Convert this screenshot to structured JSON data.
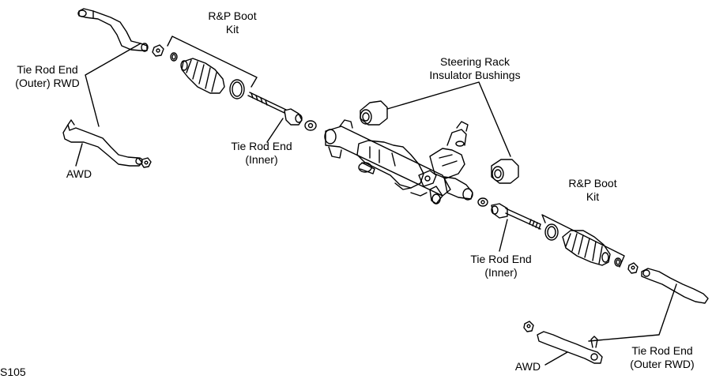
{
  "labels": {
    "boot_kit_left": [
      "R&P Boot",
      "Kit"
    ],
    "tie_rod_outer_rwd_left": [
      "Tie Rod End",
      "(Outer) RWD"
    ],
    "tie_rod_inner_left": [
      "Tie Rod End",
      "(Inner)"
    ],
    "awd_left": "AWD",
    "insulator_bushings": [
      "Steering Rack",
      "Insulator Bushings"
    ],
    "boot_kit_right": [
      "R&P Boot",
      "Kit"
    ],
    "tie_rod_inner_right": [
      "Tie Rod End",
      "(Inner)"
    ],
    "tie_rod_outer_rwd_right": [
      "Tie Rod End",
      "(Outer RWD)"
    ],
    "awd_right": "AWD",
    "figure_code": "S105"
  }
}
